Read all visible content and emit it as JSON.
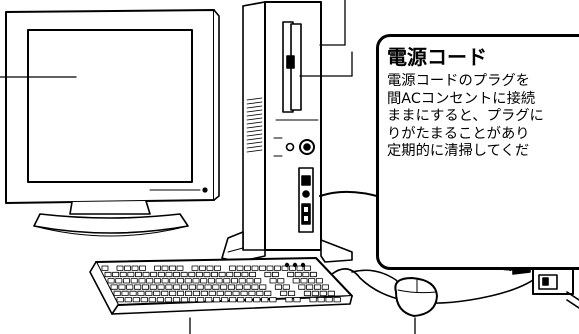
{
  "callout": {
    "title": "電源コード",
    "lines": [
      "電源コードのプラグを",
      "間ACコンセントに接続",
      "ままにすると、プラグに",
      "りがたまることがあり",
      "定期的に清掃してくだ"
    ]
  },
  "colors": {
    "line": "#000000",
    "screen": "#ffffff",
    "body": "#ffffff",
    "accent": "#222222"
  }
}
